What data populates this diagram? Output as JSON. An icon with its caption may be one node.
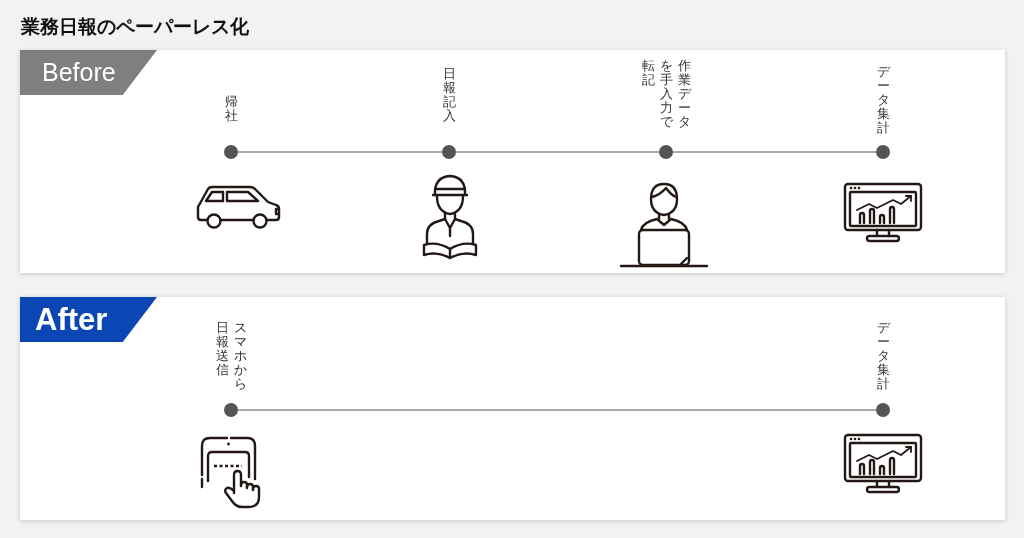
{
  "diagram": {
    "title": "業務日報のペーパーレス化",
    "nodes": [
      {
        "text": [
          "Before"
        ]
      },
      {
        "text": [],
        "shape": "circle",
        "beside": [
          "帰社"
        ],
        "in": 0
      },
      {
        "text": [],
        "shape": "circle",
        "beside": [
          "日報記入"
        ],
        "in": 0
      },
      {
        "text": [],
        "shape": "circle",
        "beside": [
          "作業データを手入力で転記"
        ],
        "in": 0
      },
      {
        "text": [],
        "shape": "circle",
        "beside": [
          "データ集計"
        ],
        "in": 0
      },
      {
        "text": [
          "After"
        ]
      },
      {
        "text": [],
        "shape": "circle",
        "beside": [
          "スマホから日報送信"
        ],
        "in": 5
      },
      {
        "text": [],
        "shape": "circle",
        "beside": [
          "データ集計"
        ],
        "in": 5
      }
    ],
    "edges": [
      {
        "from": 1,
        "to": 2,
        "arrow": "none"
      },
      {
        "from": 2,
        "to": 3,
        "arrow": "none"
      },
      {
        "from": 3,
        "to": 4,
        "arrow": "none"
      },
      {
        "from": 6,
        "to": 7,
        "arrow": "none"
      }
    ]
  }
}
